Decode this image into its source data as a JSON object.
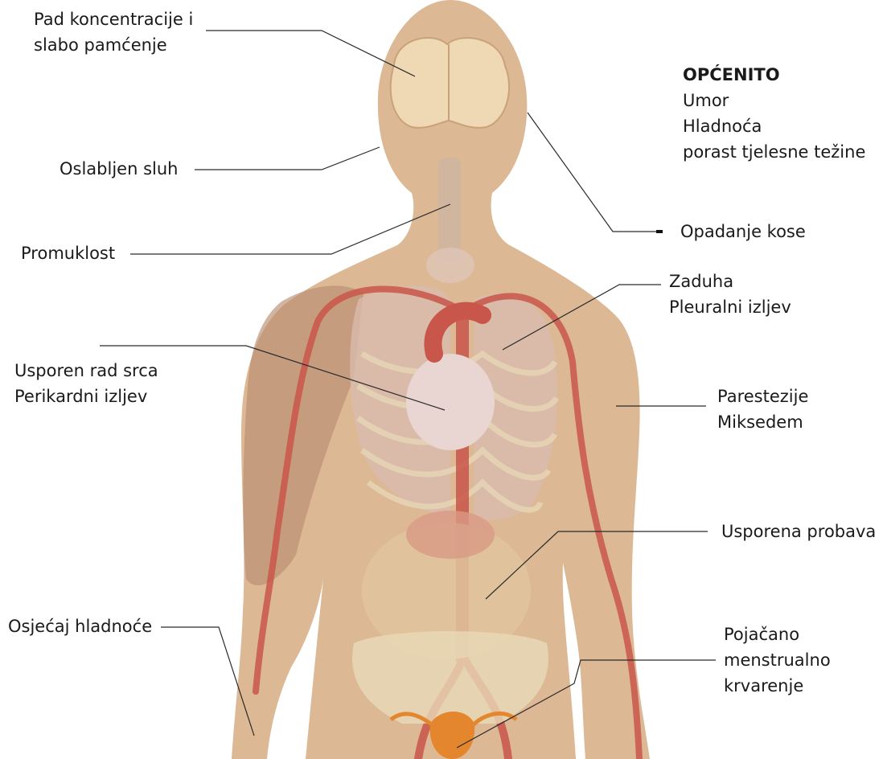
{
  "labels": {
    "concentration": [
      "Pad koncentracije i",
      "slabo pamćenje"
    ],
    "hearing": [
      "Oslabljen sluh"
    ],
    "hoarseness": [
      "Promuklost"
    ],
    "heart": [
      "Usporen rad srca",
      "Perikardni izljev"
    ],
    "cold_feeling": [
      "Osjećaj hladnoće"
    ],
    "hair_loss": [
      "Opadanje kose"
    ],
    "breathing": [
      "Zaduha",
      "Pleuralni izljev"
    ],
    "paresthesia": [
      "Parestezije",
      "Miksedem"
    ],
    "digestion": [
      "Usporena probava"
    ],
    "menstrual": [
      "Pojačano",
      "menstrualno",
      "krvarenje"
    ]
  },
  "general": {
    "title": "OPĆENITO",
    "items": [
      "Umor",
      "Hladnoća",
      "porast tjelesne težine"
    ]
  },
  "colors": {
    "skin": "#dcb894",
    "artery": "#c9564a",
    "muscle": "#b88e72",
    "bone": "#e8d9b8",
    "lungs": "#d9bcb0",
    "brain": "#efd9b4",
    "heart": "#e9d6d3",
    "uterus": "#e3862e",
    "leader_line": "#2a2a2a"
  }
}
